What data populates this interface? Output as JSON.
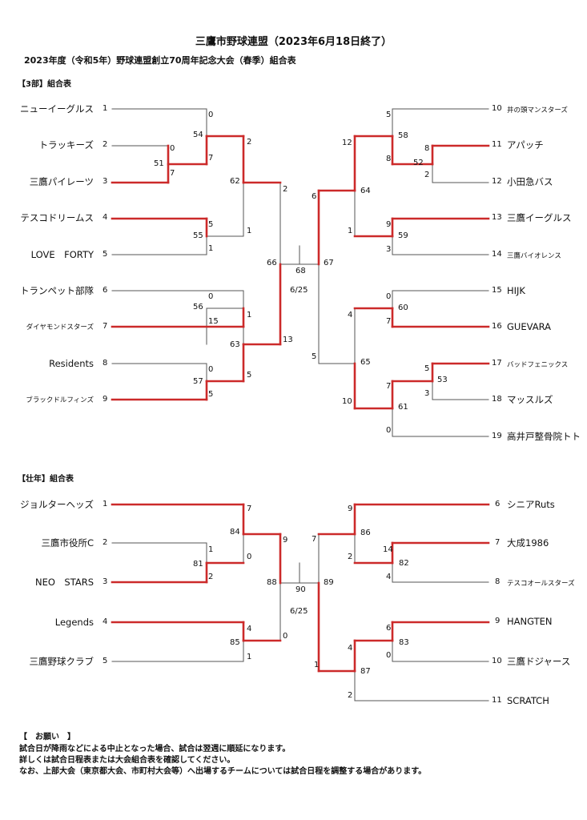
{
  "title": "三鷹市野球連盟（2023年6月18日終了）",
  "subtitle": "2023年度（令和5年）野球連盟創立70周年記念大会（春季）組合表",
  "colors": {
    "winner_line": "#cc2a2a",
    "line": "#555555"
  },
  "div3": {
    "label": "【3部】組合表",
    "left_teams": [
      {
        "seed": "1",
        "name": "ニューイーグルス"
      },
      {
        "seed": "2",
        "name": "トラッキーズ"
      },
      {
        "seed": "3",
        "name": "三鷹パイレーツ"
      },
      {
        "seed": "4",
        "name": "テスコドリームス"
      },
      {
        "seed": "5",
        "name": "LOVE　FORTY"
      },
      {
        "seed": "6",
        "name": "トランペット部隊"
      },
      {
        "seed": "7",
        "name": "ダイヤモンドスターズ"
      },
      {
        "seed": "8",
        "name": "Residents"
      },
      {
        "seed": "9",
        "name": "ブラックドルフィンズ"
      }
    ],
    "right_teams": [
      {
        "seed": "10",
        "name": "井の頭マンスターズ"
      },
      {
        "seed": "11",
        "name": "アパッチ"
      },
      {
        "seed": "12",
        "name": "小田急バス"
      },
      {
        "seed": "13",
        "name": "三鷹イーグルス"
      },
      {
        "seed": "14",
        "name": "三鷹バイオレンス"
      },
      {
        "seed": "15",
        "name": "HIJK"
      },
      {
        "seed": "16",
        "name": "GUEVARA"
      },
      {
        "seed": "17",
        "name": "バッドフェニックス"
      },
      {
        "seed": "18",
        "name": "マッスルズ"
      },
      {
        "seed": "19",
        "name": "高井戸整骨院トト"
      }
    ],
    "final_date": "6/25"
  },
  "div_senior": {
    "label": "【壮年】組合表",
    "left_teams": [
      {
        "seed": "1",
        "name": "ジョルターヘッズ"
      },
      {
        "seed": "2",
        "name": "三鷹市役所C"
      },
      {
        "seed": "3",
        "name": "NEO　STARS"
      },
      {
        "seed": "4",
        "name": "Legends"
      },
      {
        "seed": "5",
        "name": "三鷹野球クラブ"
      }
    ],
    "right_teams": [
      {
        "seed": "6",
        "name": "シニアRuts"
      },
      {
        "seed": "7",
        "name": "大成1986"
      },
      {
        "seed": "8",
        "name": "テスコオールスターズ"
      },
      {
        "seed": "9",
        "name": "HANGTEN"
      },
      {
        "seed": "10",
        "name": "三鷹ドジャース"
      },
      {
        "seed": "11",
        "name": "SCRATCH"
      }
    ],
    "final_date": "6/25"
  },
  "notes": {
    "heading": "【　お願い　】",
    "line1": "試合日が降雨などによる中止となった場合、試合は翌週に順延になります。",
    "line2": "詳しくは試合日程表または大会組合表を確認してください。",
    "line3": "なお、上部大会（東京都大会、市町村大会等）へ出場するチームについては試合日程を調整する場合があります。"
  },
  "matches": {
    "m51": {
      "no": "51",
      "top": "0",
      "bottom": "7"
    },
    "m54": {
      "no": "54",
      "top": "0",
      "bottom": "7"
    },
    "m55": {
      "no": "55",
      "top": "5",
      "bottom": "1"
    },
    "m62": {
      "no": "62",
      "top": "2",
      "bottom": "1"
    },
    "m56": {
      "no": "56",
      "top": "0",
      "bottom": "15"
    },
    "m57": {
      "no": "57",
      "top": "0",
      "bottom": "5"
    },
    "m63": {
      "no": "63",
      "top": "1",
      "bottom": "5"
    },
    "m66": {
      "no": "66",
      "top": "2",
      "bottom": "13"
    },
    "m68": {
      "no": "68"
    },
    "m52": {
      "no": "52",
      "top": "8",
      "bottom": "2"
    },
    "m58": {
      "no": "58",
      "top": "5",
      "bottom": "8"
    },
    "m59": {
      "no": "59",
      "top": "9",
      "bottom": "3"
    },
    "m64": {
      "no": "64",
      "top": "12",
      "bottom": "1"
    },
    "m60": {
      "no": "60",
      "top": "0",
      "bottom": "7"
    },
    "m53": {
      "no": "53",
      "top": "5",
      "bottom": "3"
    },
    "m61": {
      "no": "61",
      "top": "7",
      "bottom": "0"
    },
    "m65": {
      "no": "65",
      "top": "4",
      "bottom": "10"
    },
    "m67": {
      "no": "67",
      "top": "6",
      "bottom": "5"
    },
    "m81": {
      "no": "81",
      "top": "1",
      "bottom": "2"
    },
    "m84": {
      "no": "84",
      "top": "7",
      "bottom": "0"
    },
    "m85": {
      "no": "85",
      "top": "4",
      "bottom": "1"
    },
    "m88": {
      "no": "88",
      "top": "9",
      "bottom": "0"
    },
    "m90": {
      "no": "90"
    },
    "m82": {
      "no": "82",
      "top": "14",
      "bottom": "4"
    },
    "m86": {
      "no": "86",
      "top": "9",
      "bottom": "2"
    },
    "m83": {
      "no": "83",
      "top": "6",
      "bottom": "0"
    },
    "m87": {
      "no": "87",
      "top": "4",
      "bottom": "2"
    },
    "m89": {
      "no": "89",
      "top": "7",
      "bottom": "1"
    }
  }
}
